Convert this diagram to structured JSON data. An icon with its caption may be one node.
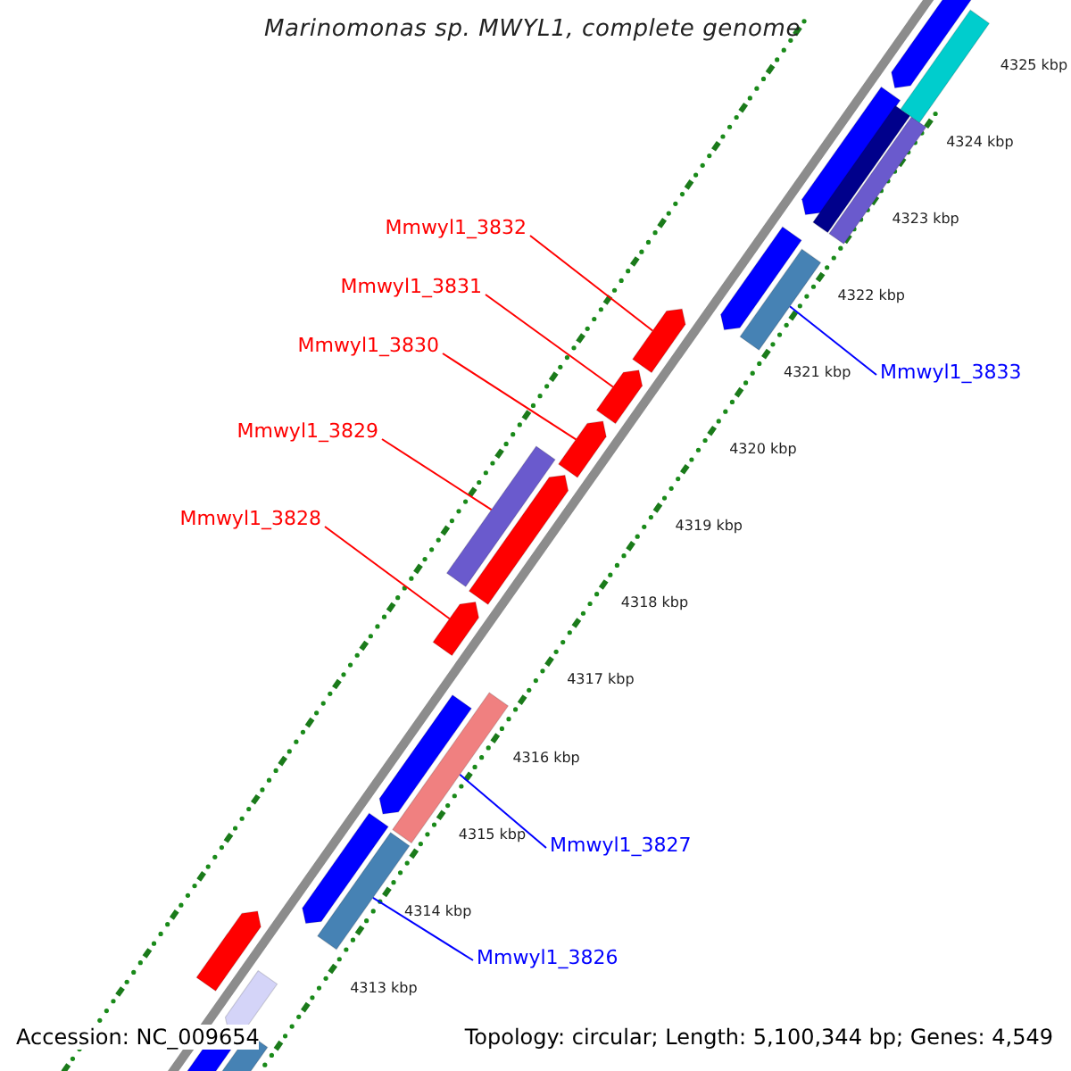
{
  "diagram": {
    "title": "Marinomonas sp. MWYL1, complete genome",
    "nodes": [
      {
        "text": [
          "Mmwyl1_3832"
        ]
      },
      {
        "text": [
          "Mmwyl1_3831"
        ]
      },
      {
        "text": [
          "Mmwyl1_3830"
        ]
      },
      {
        "text": [
          "Mmwyl1_3829"
        ]
      },
      {
        "text": [
          "Mmwyl1_3828"
        ]
      },
      {
        "text": [
          "Mmwyl1_3833"
        ]
      },
      {
        "text": [
          "Mmwyl1_3827"
        ]
      },
      {
        "text": [
          "Mmwyl1_3826"
        ]
      },
      {
        "text": [],
        "shape": "bar"
      },
      {
        "text": [],
        "shape": "bar"
      },
      {
        "text": [],
        "shape": "bar"
      },
      {
        "text": [],
        "shape": "bar"
      },
      {
        "text": [],
        "shape": "bar"
      },
      {
        "text": [],
        "shape": "bar"
      },
      {
        "text": [],
        "shape": "bar"
      },
      {
        "text": [],
        "shape": "bar"
      },
      {
        "text": [],
        "shape": "bar"
      }
    ],
    "edges": [
      {
        "from": 0,
        "to": 9,
        "arrow": "none"
      },
      {
        "from": 1,
        "to": 10,
        "arrow": "none"
      },
      {
        "from": 2,
        "to": 11,
        "arrow": "none"
      },
      {
        "from": 3,
        "to": 12,
        "arrow": "none"
      },
      {
        "from": 4,
        "to": 14,
        "arrow": "none"
      },
      {
        "from": 5,
        "to": 8,
        "arrow": "none",
        "color": "#0000ff"
      },
      {
        "from": 6,
        "to": 15,
        "arrow": "none",
        "color": "#0000ff"
      },
      {
        "from": 7,
        "to": 16,
        "arrow": "none",
        "color": "#0000ff"
      }
    ],
    "labels": [
      "4325 kbp",
      "4324 kbp",
      "4323 kbp",
      "4322 kbp",
      "4321 kbp",
      "4320 kbp",
      "4319 kbp",
      "4318 kbp",
      "4317 kbp",
      "4316 kbp",
      "4315 kbp",
      "4314 kbp",
      "4313 kbp",
      "Accession: NC_009654",
      "Topology: circular; Length: 5,100,344 bp; Genes: 4,549"
    ]
  }
}
